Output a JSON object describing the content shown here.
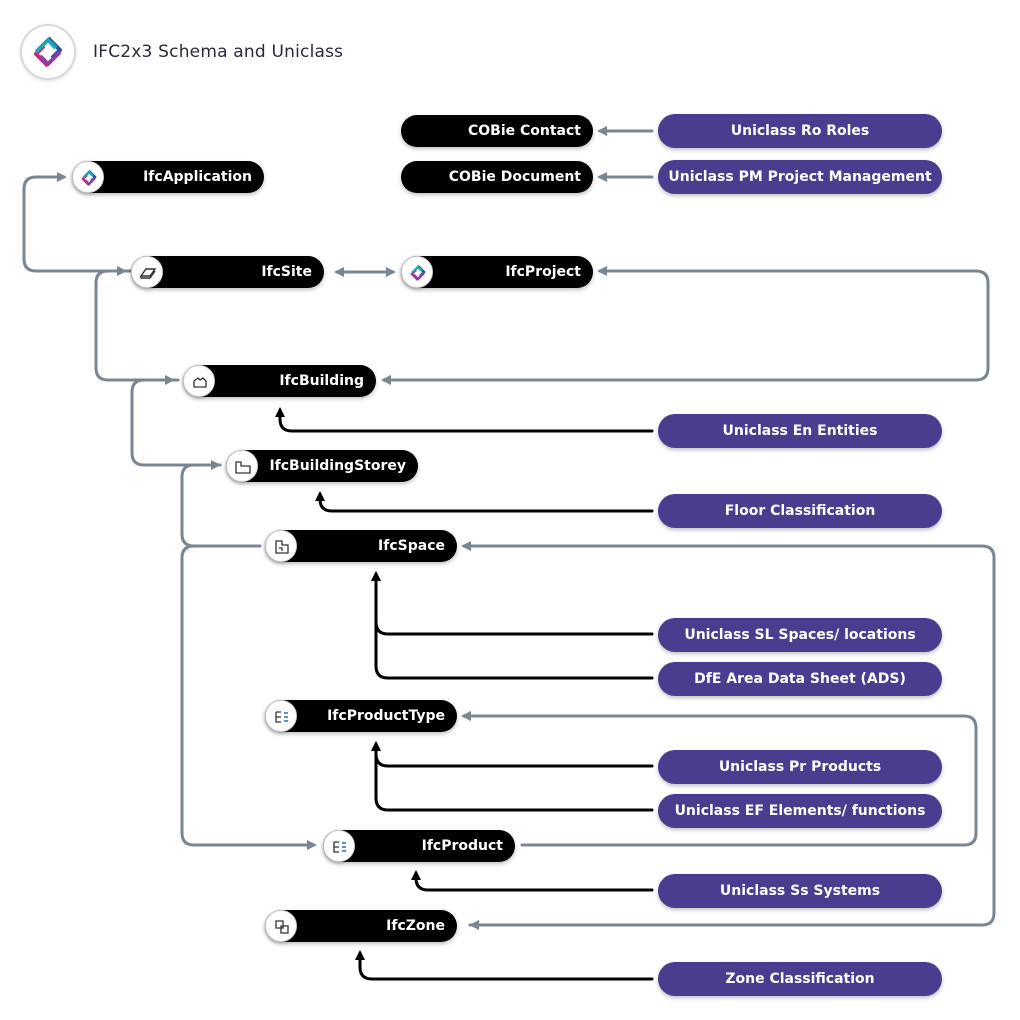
{
  "header": {
    "title": "IFC2x3 Schema and Uniclass",
    "logo_icon": "ifc-logo-icon"
  },
  "colors": {
    "ifc_node": "#000000",
    "uniclass_node": "#4a3d8f",
    "gray_arrow": "#7a8592",
    "black_arrow": "#000000"
  },
  "ifc_nodes": {
    "cobie_contact": "COBie Contact",
    "cobie_document": "COBie Document",
    "ifc_application": "IfcApplication",
    "ifc_site": "IfcSite",
    "ifc_project": "IfcProject",
    "ifc_building": "IfcBuilding",
    "ifc_building_storey": "IfcBuildingStorey",
    "ifc_space": "IfcSpace",
    "ifc_product_type": "IfcProductType",
    "ifc_product": "IfcProduct",
    "ifc_zone": "IfcZone"
  },
  "classification_nodes": {
    "ro_roles": "Uniclass Ro Roles",
    "pm_project_management": "Uniclass PM Project Management",
    "en_entities": "Uniclass En Entities",
    "floor_classification": "Floor Classification",
    "sl_spaces": "Uniclass SL Spaces/ locations",
    "dfe_ads": "DfE Area Data Sheet (ADS)",
    "pr_products": "Uniclass Pr Products",
    "ef_elements": "Uniclass EF Elements/ functions",
    "ss_systems": "Uniclass Ss Systems",
    "zone_classification": "Zone Classification"
  }
}
